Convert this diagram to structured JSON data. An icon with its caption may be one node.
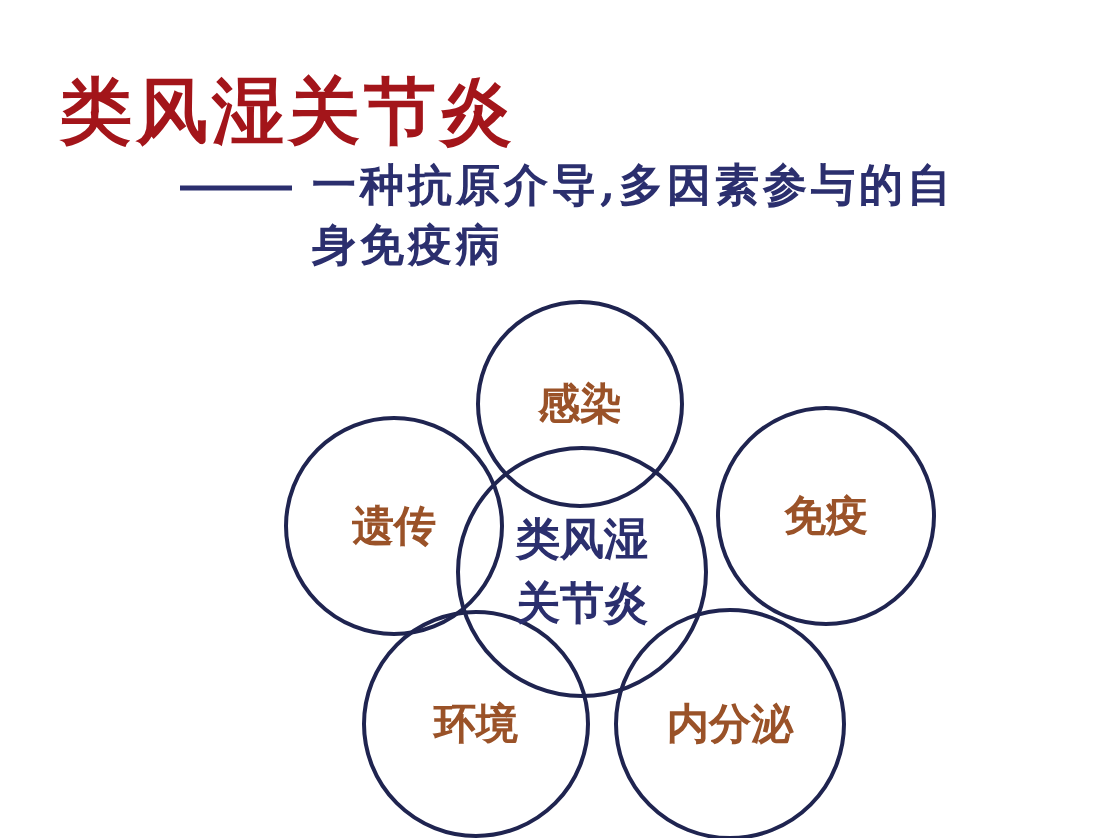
{
  "diagram": {
    "title": "类风湿关节炎",
    "nodes": [
      {
        "text": [
          "感染"
        ]
      },
      {
        "text": [
          "遗传"
        ]
      },
      {
        "text": [
          "类风湿关节炎"
        ]
      },
      {
        "text": [
          "免疫"
        ]
      },
      {
        "text": [
          "环境"
        ]
      },
      {
        "text": [
          "内分泌"
        ]
      }
    ],
    "labels": [
      "一种抗原介导,多因素参与的自身免疫病"
    ]
  }
}
